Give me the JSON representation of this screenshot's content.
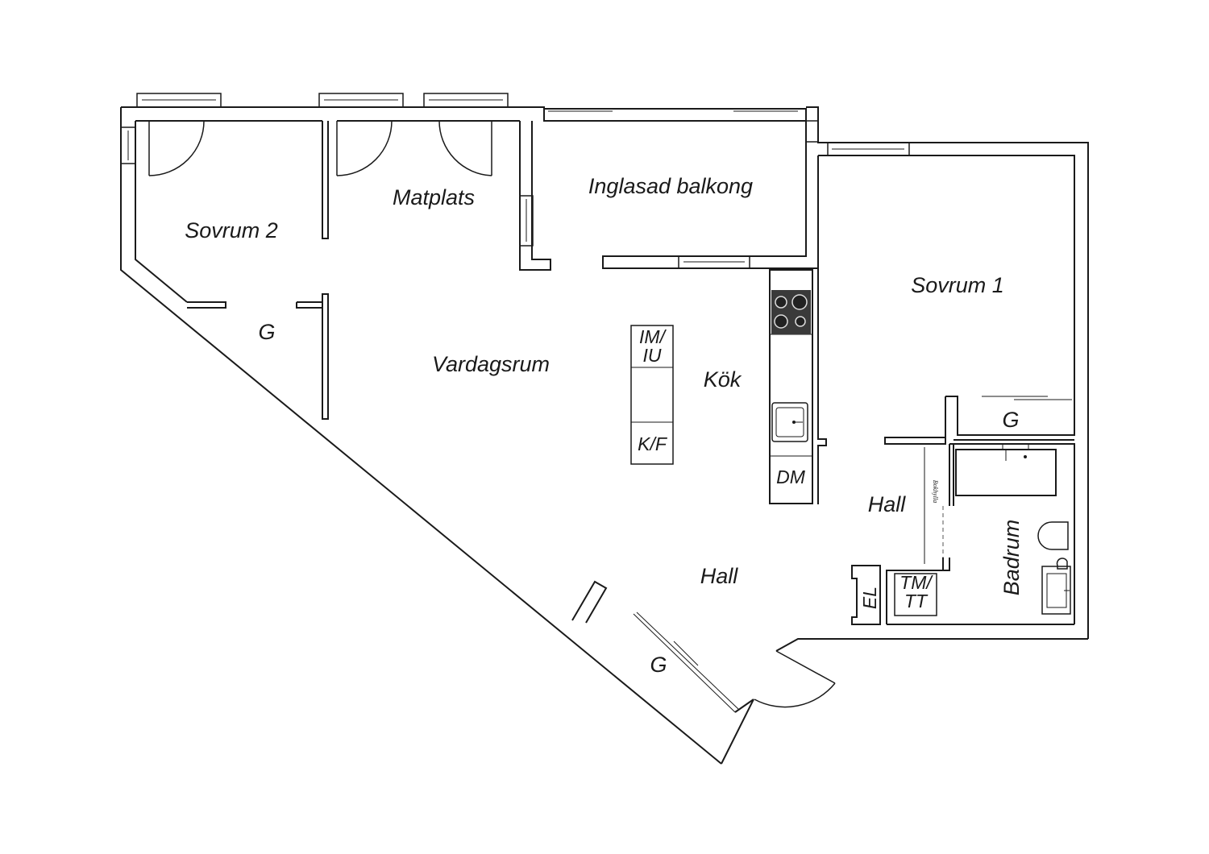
{
  "floor_plan": {
    "rooms": {
      "sovrum_2": "Sovrum 2",
      "matplats": "Matplats",
      "inglasad_balkong": "Inglasad balkong",
      "sovrum_1": "Sovrum 1",
      "vardagsrum": "Vardagsrum",
      "kok": "Kök",
      "hall_upper": "Hall",
      "hall_lower": "Hall",
      "badrum": "Badrum"
    },
    "storage": {
      "g_sovrum2": "G",
      "g_sovrum1": "G",
      "g_entry": "G"
    },
    "fixtures": {
      "im_iu_line1": "IM/",
      "im_iu_line2": "IU",
      "kf": "K/F",
      "dm": "DM",
      "el": "EL",
      "tm_tt_line1": "TM/",
      "tm_tt_line2": "TT",
      "bokhylla": "Bokhylla"
    }
  }
}
